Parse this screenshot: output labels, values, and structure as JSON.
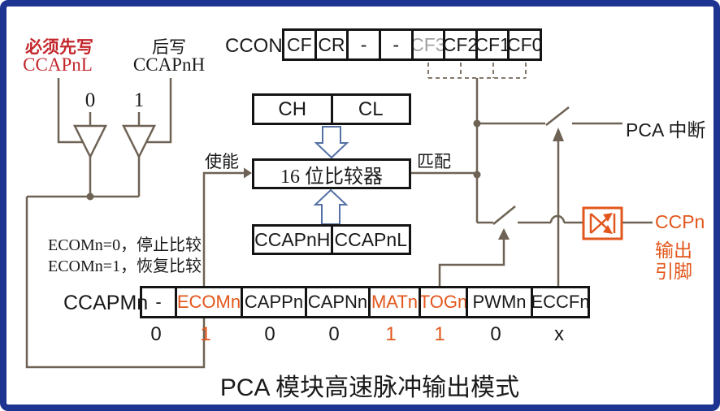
{
  "colors": {
    "frame_border": "#1e3492",
    "wire": "#6e6254",
    "accent_red": "#c2262b",
    "accent_orange": "#e2571c",
    "dim_bit": "#a0a0a0",
    "blue_arrow": "#5570a5",
    "box_border": "#141414"
  },
  "notes": {
    "must_write_first": "必须先写",
    "must_write_first_reg": "CCAPnL",
    "write_after": "后写",
    "write_after_reg": "CCAPnH",
    "mux_sel0": "0",
    "mux_sel1": "1",
    "enable": "使能",
    "match": "匹配",
    "pca_interrupt": "PCA 中断",
    "ccpn_line1": "CCPn",
    "ccpn_line2": "输出",
    "ccpn_line3": "引脚",
    "ecom_note_line1": "ECOMn=0，停止比较",
    "ecom_note_line2": "ECOMn=1，恢复比较",
    "title": "PCA 模块高速脉冲输出模式"
  },
  "ccon": {
    "label": "CCON",
    "bits": [
      {
        "name": "CF"
      },
      {
        "name": "CR"
      },
      {
        "name": "-"
      },
      {
        "name": "-"
      },
      {
        "name": "CF3"
      },
      {
        "name": "CF2"
      },
      {
        "name": "CF1"
      },
      {
        "name": "CF0"
      }
    ]
  },
  "counter": {
    "high": "CH",
    "low": "CL"
  },
  "comparator": {
    "label": "16 位比较器"
  },
  "capture": {
    "high": "CCAPnH",
    "low": "CCAPnL"
  },
  "ccapmn": {
    "label": "CCAPMn",
    "bits": [
      {
        "name": "-",
        "value": "0"
      },
      {
        "name": "ECOMn",
        "value": "1"
      },
      {
        "name": "CAPPn",
        "value": "0"
      },
      {
        "name": "CAPNn",
        "value": "0"
      },
      {
        "name": "MATn",
        "value": "1"
      },
      {
        "name": "TOGn",
        "value": "1"
      },
      {
        "name": "PWMn",
        "value": "0"
      },
      {
        "name": "ECCFn",
        "value": "x"
      }
    ]
  }
}
